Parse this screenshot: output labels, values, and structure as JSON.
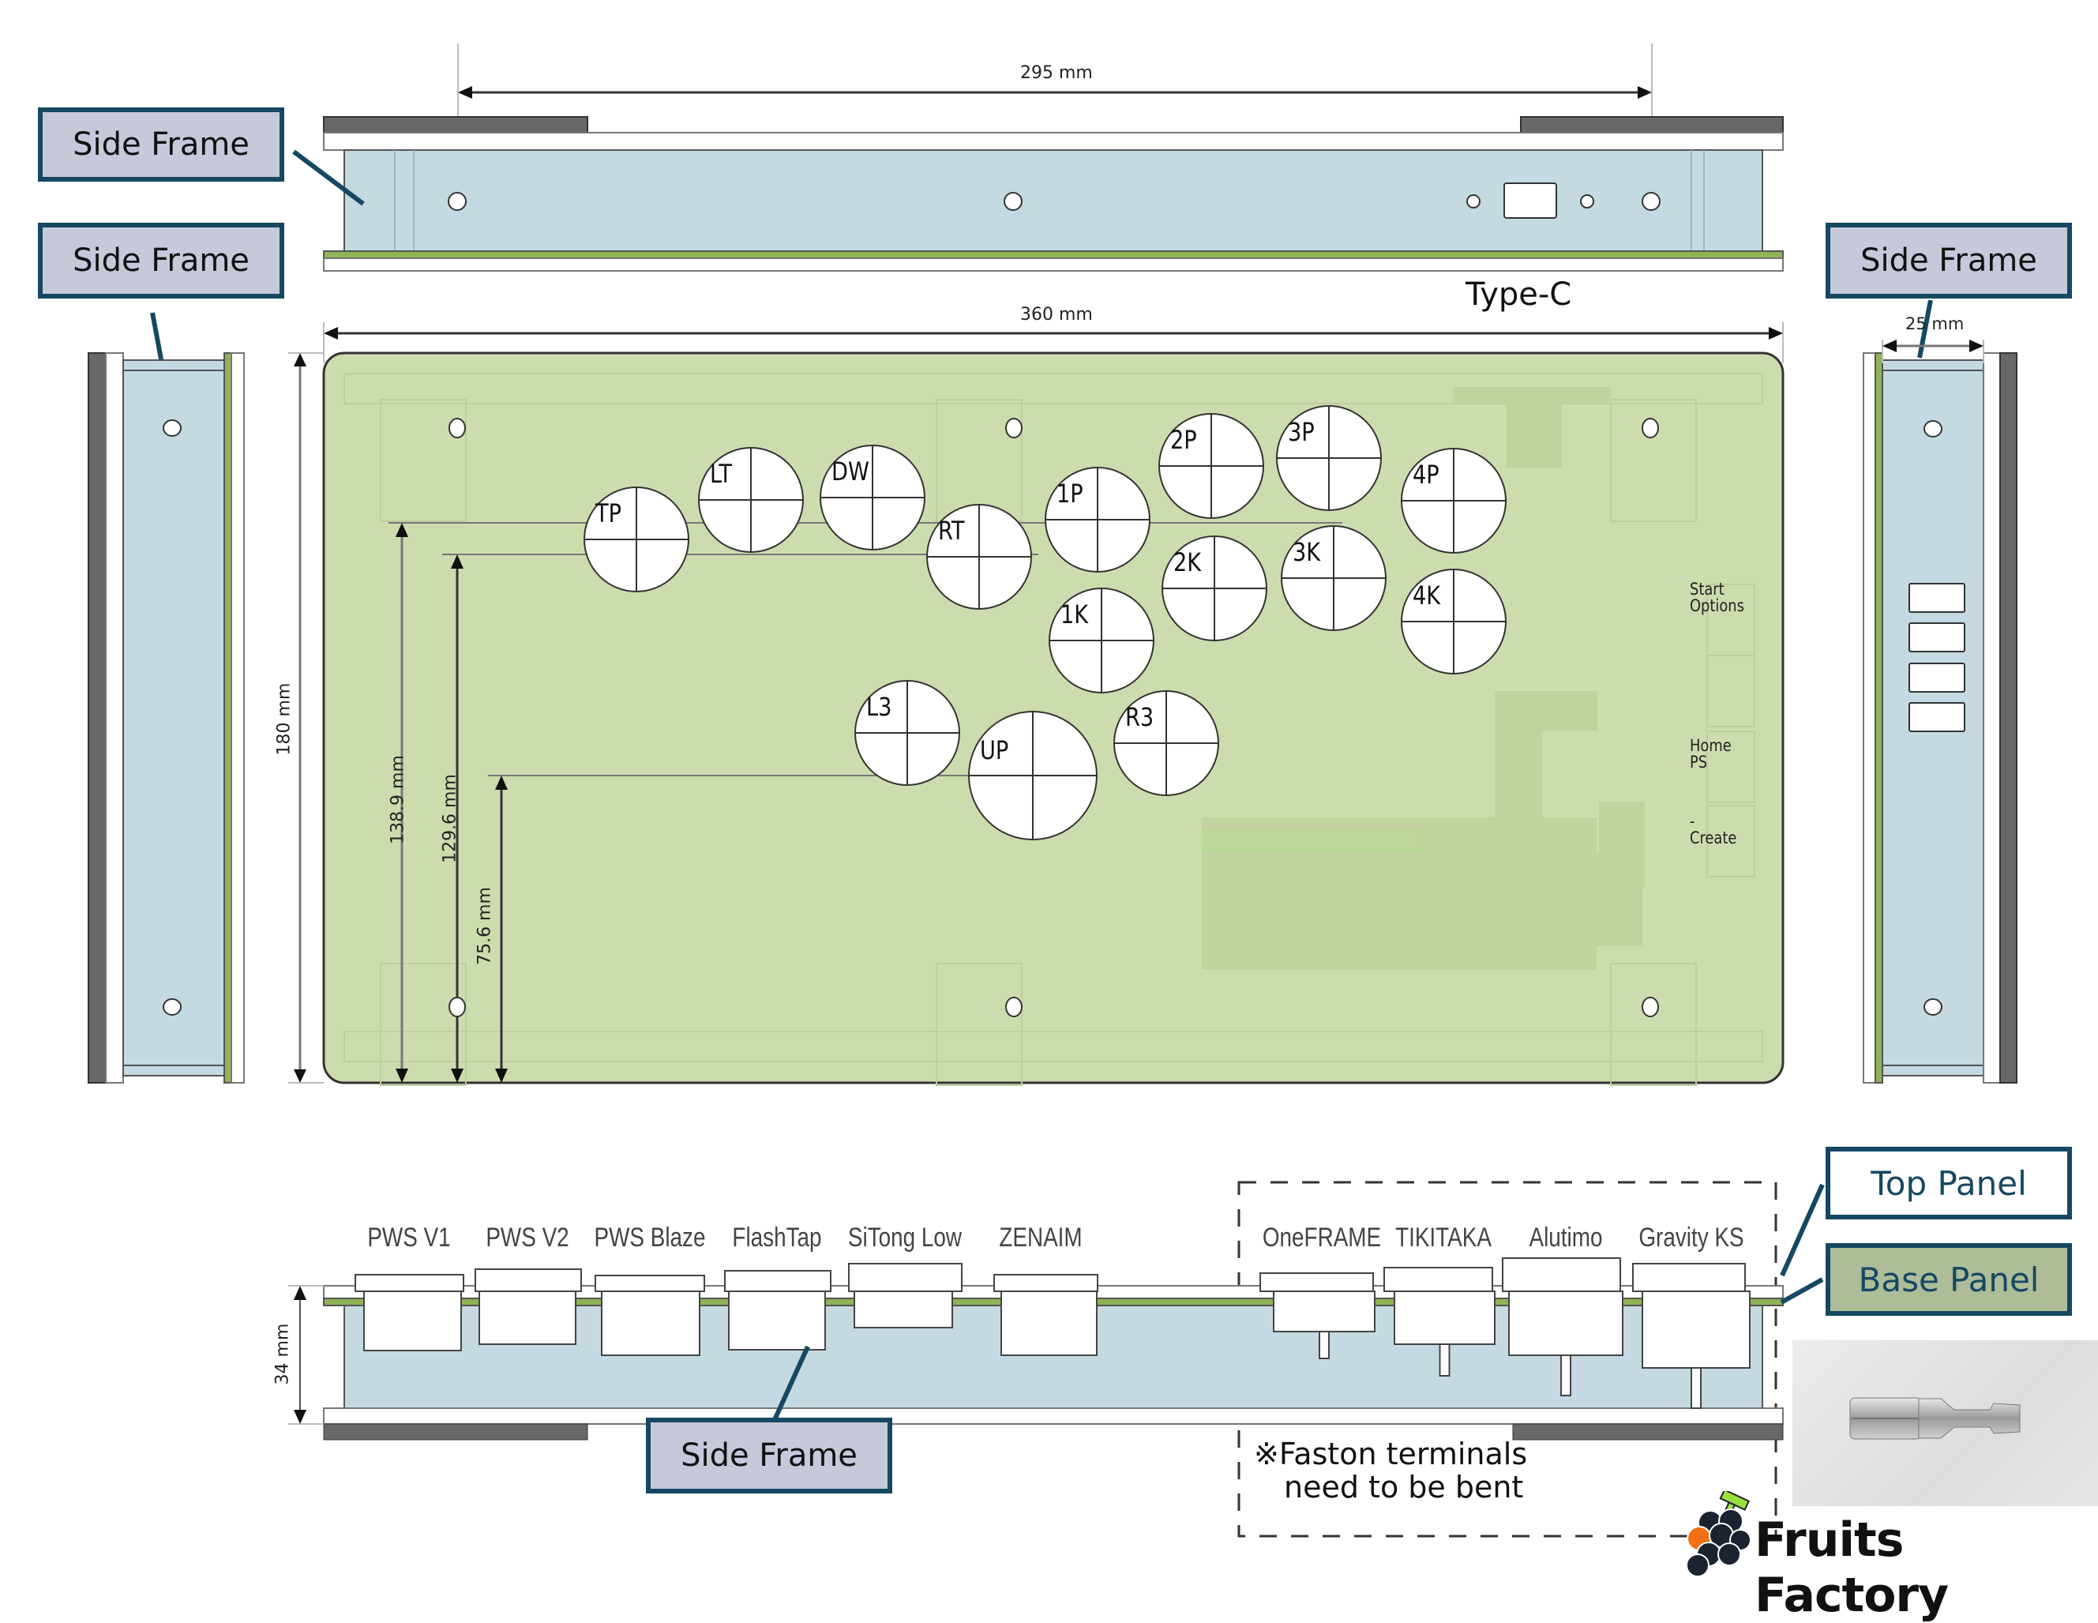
{
  "title": "Fruits Factory arcade controller case diagram",
  "colors": {
    "callout_border": "#154862",
    "side_frame_fill": "#c6c9da",
    "base_panel_fill": "#aebd98",
    "top_panel_fill": "#ffffff",
    "frame_blue": "#c5d9e2",
    "base_green": "#8fb456",
    "panel_green": "#cddcad",
    "dark_bar": "#686868",
    "logo_orange": "#f26f12",
    "logo_lime": "#9be03c",
    "logo_dark": "#1b2330"
  },
  "callouts": {
    "side_frame_top": "Side Frame",
    "side_frame_left": "Side Frame",
    "side_frame_right": "Side Frame",
    "side_frame_bottom": "Side Frame",
    "top_panel": "Top Panel",
    "base_panel": "Base Panel"
  },
  "dimensions": {
    "top_span": "295 mm",
    "overall_width": "360 mm",
    "overall_depth": "180 mm",
    "side_width": "25 mm",
    "height": "34 mm",
    "dim_138": "138.9 mm",
    "dim_129": "129.6 mm",
    "dim_75": "75.6 mm"
  },
  "labels": {
    "type_c": "Type-C",
    "start_options": [
      "Start",
      "Options"
    ],
    "home_ps": [
      "Home",
      "PS"
    ],
    "create": [
      "-",
      "Create"
    ]
  },
  "buttons": [
    {
      "label": "TP"
    },
    {
      "label": "LT"
    },
    {
      "label": "DW"
    },
    {
      "label": "RT"
    },
    {
      "label": "1P"
    },
    {
      "label": "2P"
    },
    {
      "label": "3P"
    },
    {
      "label": "4P"
    },
    {
      "label": "1K"
    },
    {
      "label": "2K"
    },
    {
      "label": "3K"
    },
    {
      "label": "4K"
    },
    {
      "label": "L3"
    },
    {
      "label": "UP"
    },
    {
      "label": "R3"
    }
  ],
  "switches": [
    {
      "name": "PWS V1"
    },
    {
      "name": "PWS V2"
    },
    {
      "name": "PWS Blaze"
    },
    {
      "name": "FlashTap"
    },
    {
      "name": "SiTong Low"
    },
    {
      "name": "ZENAIM"
    },
    {
      "name": "OneFRAME"
    },
    {
      "name": "TIKITAKA"
    },
    {
      "name": "Alutimo"
    },
    {
      "name": "Gravity KS"
    }
  ],
  "note": {
    "line1": "※Faston terminals",
    "line2": "need to be bent"
  },
  "brand": {
    "name": "Fruits Factory"
  }
}
